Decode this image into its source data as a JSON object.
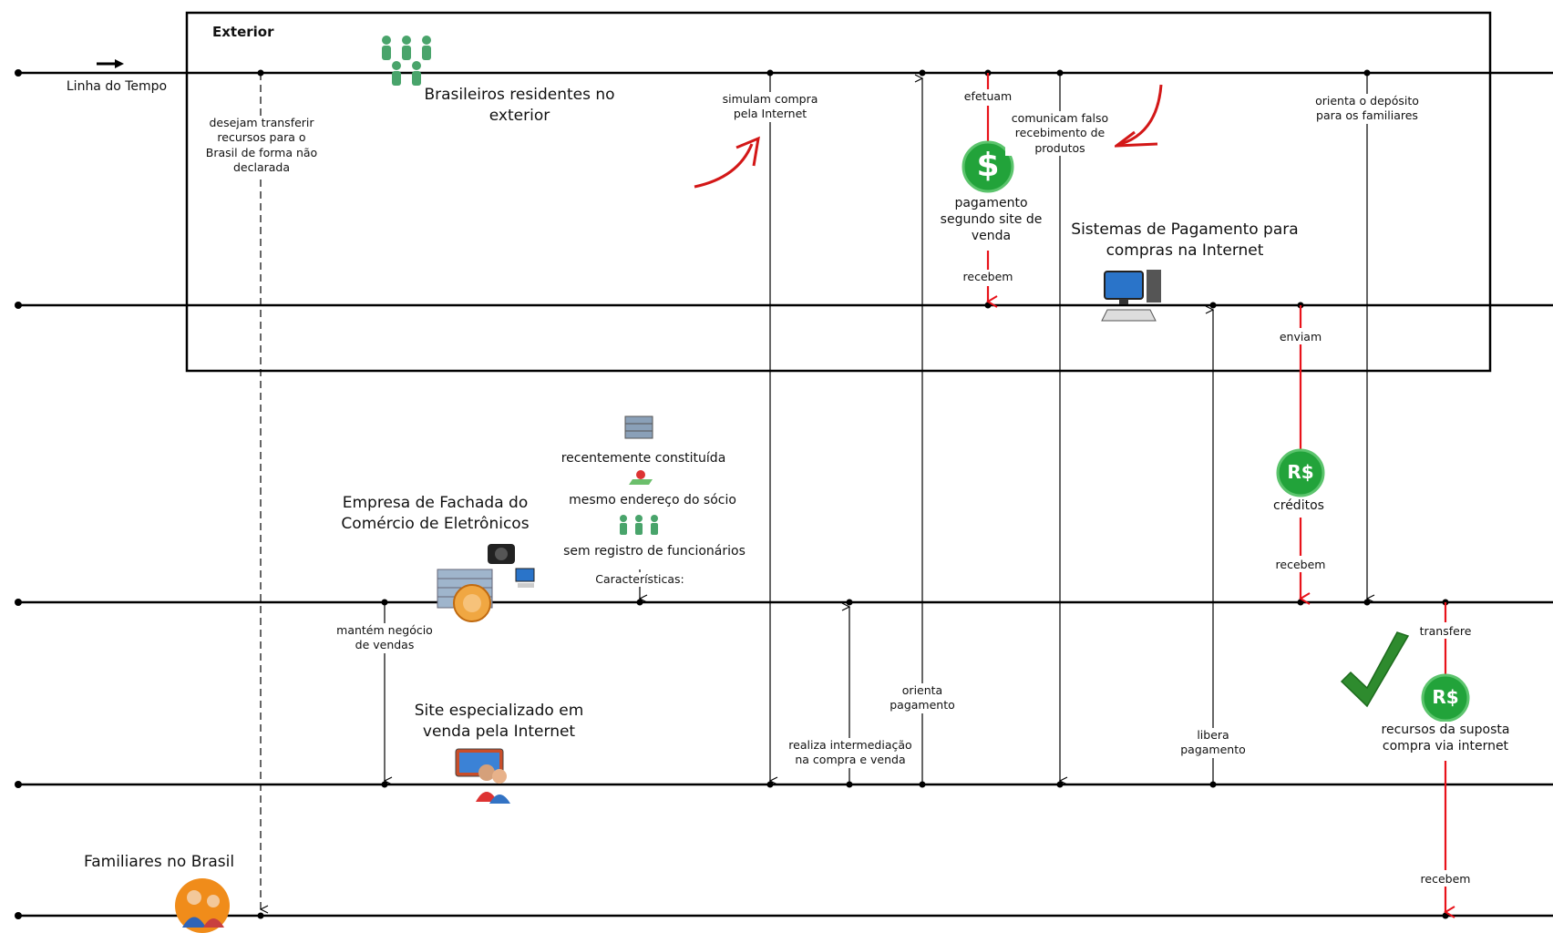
{
  "boundary": {
    "title": "Exterior"
  },
  "timeline": {
    "label": "Linha do Tempo"
  },
  "actors": {
    "abroad": "Brasileiros residentes no exterior",
    "payment_systems": "Sistemas de Pagamento para compras na Internet",
    "shell_company": "Empresa de Fachada do Comércio de Eletrônicos",
    "website": "Site especializado em venda pela Internet",
    "family": "Familiares no Brasil"
  },
  "labels": {
    "desejam": "desejam transferir recursos para o Brasil de forma não declarada",
    "simulam": "simulam compra pela Internet",
    "efetuam": "efetuam",
    "pagamento_site": "pagamento segundo site de venda",
    "recebem_top": "recebem",
    "comunicam": "comunicam falso recebimento de produtos",
    "orienta_deposito": "orienta o depósito para os familiares",
    "enviam": "enviam",
    "creditos": "créditos",
    "recebem_mid": "recebem",
    "transfere": "transfere",
    "recursos": "recursos da suposta compra via internet",
    "recebem_bottom": "recebem",
    "mantem": "mantém negócio de vendas",
    "realiza": "realiza intermediação na compra e venda",
    "orienta_pagamento": "orienta pagamento",
    "libera": "libera pagamento",
    "caracteristicas_title": "Características:",
    "recente": "recentemente constituída",
    "endereco": "mesmo endereço do sócio",
    "sem_registro": "sem registro de funcionários"
  },
  "icons": {
    "dollar": "$",
    "real_credits": "R$",
    "real_resources": "R$"
  },
  "colors": {
    "flow_red": "#e8121a",
    "money_green": "#22a33a",
    "line": "#000000"
  }
}
